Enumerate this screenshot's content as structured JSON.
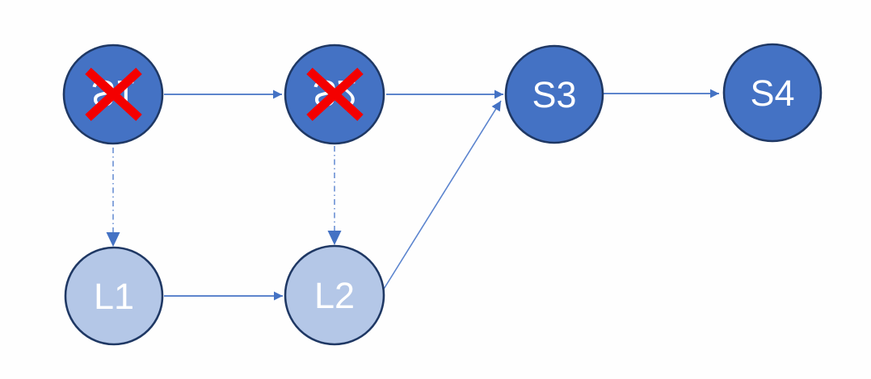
{
  "diagram": {
    "nodes": [
      {
        "id": "S1",
        "label": "S1",
        "row": "top",
        "fill": "dark",
        "crossed_out": true,
        "label_flipped": true
      },
      {
        "id": "S2",
        "label": "S2",
        "row": "top",
        "fill": "dark",
        "crossed_out": true,
        "label_flipped": true
      },
      {
        "id": "S3",
        "label": "S3",
        "row": "top",
        "fill": "dark",
        "crossed_out": false,
        "label_flipped": false
      },
      {
        "id": "S4",
        "label": "S4",
        "row": "top",
        "fill": "dark",
        "crossed_out": false,
        "label_flipped": false
      },
      {
        "id": "L1",
        "label": "L1",
        "row": "bottom",
        "fill": "light",
        "crossed_out": false,
        "label_flipped": false
      },
      {
        "id": "L2",
        "label": "L2",
        "row": "bottom",
        "fill": "light",
        "crossed_out": false,
        "label_flipped": false
      }
    ],
    "edges": [
      {
        "from": "S1",
        "to": "S2",
        "style": "solid"
      },
      {
        "from": "S2",
        "to": "S3",
        "style": "solid"
      },
      {
        "from": "S3",
        "to": "S4",
        "style": "solid"
      },
      {
        "from": "L1",
        "to": "L2",
        "style": "solid"
      },
      {
        "from": "L2",
        "to": "S3",
        "style": "solid"
      },
      {
        "from": "S1",
        "to": "L1",
        "style": "dash-dot"
      },
      {
        "from": "S2",
        "to": "L2",
        "style": "dash-dot"
      }
    ],
    "colors": {
      "dark_node_fill": "#4472C4",
      "light_node_fill": "#B4C7E7",
      "node_border": "#1F3864",
      "arrow": "#4472C4",
      "dash_arrow": "#6B90D4",
      "cross_mark": "#F40000",
      "label_text": "#FFFFFF",
      "background": "#FEFEFE"
    }
  }
}
